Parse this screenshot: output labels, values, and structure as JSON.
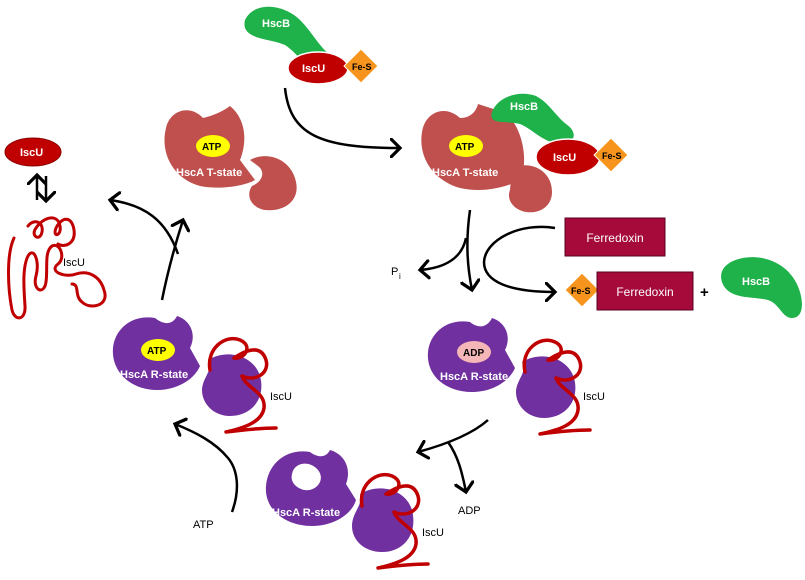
{
  "diagram": {
    "top_complex": {
      "hscb": "HscB",
      "iscu": "IscU",
      "fes": "Fe-S"
    },
    "t_state_left": {
      "nucleotide": "ATP",
      "state": "HscA T-state"
    },
    "t_state_right": {
      "nucleotide": "ATP",
      "state": "HscA T-state",
      "hscb": "HscB",
      "iscu": "IscU",
      "fes": "Fe-S"
    },
    "ferredoxin_box": "Ferredoxin",
    "pi_label": "P",
    "pi_subscript": "i",
    "product": {
      "fes": "Fe-S",
      "ferredoxin": "Ferredoxin",
      "plus": "+",
      "hscb": "HscB"
    },
    "r_state_adp": {
      "nucleotide": "ADP",
      "state": "HscA R-state",
      "iscu": "IscU"
    },
    "adp_label": "ADP",
    "r_state_empty": {
      "state": "HscA R-state",
      "iscu": "IscU"
    },
    "atp_label": "ATP",
    "r_state_atp": {
      "nucleotide": "ATP",
      "state": "HscA R-state",
      "iscu": "IscU"
    },
    "free_iscu": {
      "folded": "IscU",
      "unfolded": "IscU"
    },
    "colors": {
      "hscb": "#1fb14a",
      "iscu": "#c00000",
      "fes": "#f7941d",
      "t_state": "#c0504d",
      "r_state": "#7030a0",
      "atp": "#ffff00",
      "adp": "#f4b6b6",
      "ferredoxin": "#a50a3b"
    }
  }
}
